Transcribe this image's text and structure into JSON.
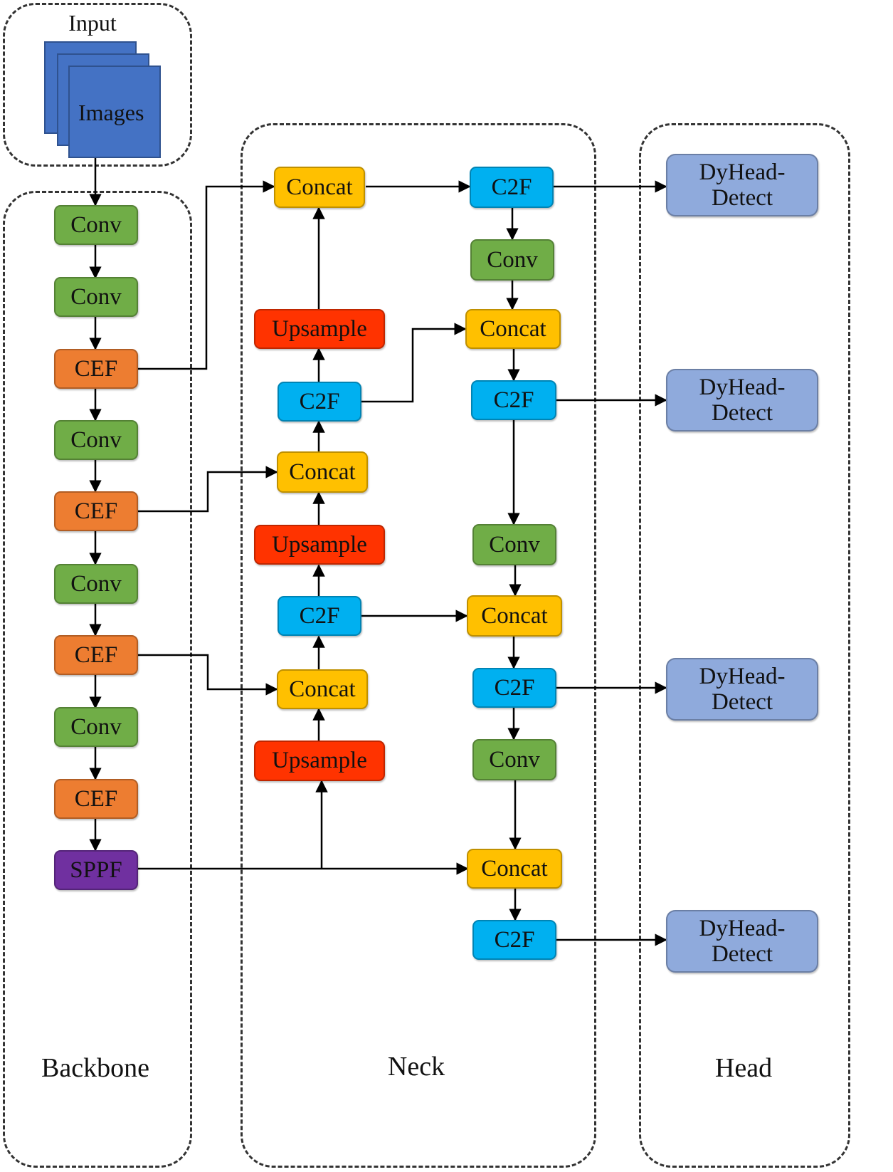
{
  "groups": {
    "input": "Input",
    "backbone": "Backbone",
    "neck": "Neck",
    "head": "Head"
  },
  "input_images": "Images",
  "backbone": {
    "b1": "Conv",
    "b2": "Conv",
    "b3": "CEF",
    "b4": "Conv",
    "b5": "CEF",
    "b6": "Conv",
    "b7": "CEF",
    "b8": "Conv",
    "b9": "CEF",
    "b10": "SPPF"
  },
  "neck": {
    "n_concat1": "Concat",
    "n_up1": "Upsample",
    "n_c2f1": "C2F",
    "n_concat2": "Concat",
    "n_up2": "Upsample",
    "n_c2f2": "C2F",
    "n_concat3": "Concat",
    "n_up3": "Upsample",
    "r_c2f1": "C2F",
    "r_conv1": "Conv",
    "r_concat1": "Concat",
    "r_c2f2": "C2F",
    "r_conv2": "Conv",
    "r_concat2": "Concat",
    "r_c2f3": "C2F",
    "r_conv3": "Conv",
    "r_concat3": "Concat",
    "r_c2f4": "C2F"
  },
  "heads": {
    "h1": "DyHead-\nDetect",
    "h2": "DyHead-\nDetect",
    "h3": "DyHead-\nDetect",
    "h4": "DyHead-\nDetect"
  },
  "colors": {
    "conv": "#70ad47",
    "cef": "#ed7d31",
    "sppf": "#7030a0",
    "concat": "#ffc000",
    "c2f": "#00b0f0",
    "upsample": "#ff3300",
    "head": "#8faadc",
    "image": "#4472c4"
  }
}
